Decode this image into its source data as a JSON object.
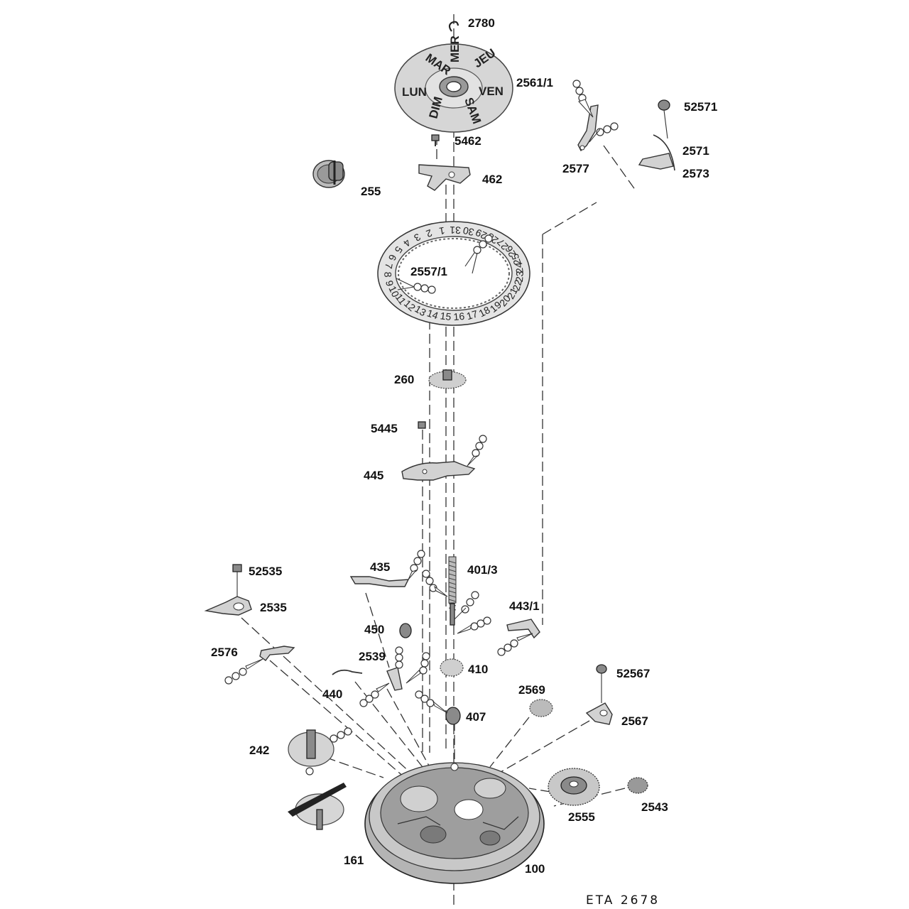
{
  "caption": "ETA 2678",
  "day_disc": {
    "days": [
      "MER",
      "JEU",
      "VEN",
      "SAM",
      "DIM",
      "LUN",
      "MAR"
    ]
  },
  "date_ring": {
    "numbers": [
      "1",
      "2",
      "3",
      "4",
      "5",
      "6",
      "7",
      "8",
      "9",
      "10",
      "11",
      "12",
      "13",
      "14",
      "15",
      "16",
      "17",
      "18",
      "19",
      "20",
      "21",
      "22",
      "23",
      "24",
      "25",
      "26",
      "27",
      "28",
      "29",
      "30",
      "31"
    ]
  },
  "labels": [
    {
      "id": "2780",
      "text": "2780"
    },
    {
      "id": "2561-1",
      "text": "2561/1"
    },
    {
      "id": "52571",
      "text": "52571"
    },
    {
      "id": "5462",
      "text": "5462"
    },
    {
      "id": "462",
      "text": "462"
    },
    {
      "id": "255",
      "text": "255"
    },
    {
      "id": "2577",
      "text": "2577"
    },
    {
      "id": "2571",
      "text": "2571"
    },
    {
      "id": "2573",
      "text": "2573"
    },
    {
      "id": "2557-1",
      "text": "2557/1"
    },
    {
      "id": "260",
      "text": "260"
    },
    {
      "id": "5445",
      "text": "5445"
    },
    {
      "id": "445",
      "text": "445"
    },
    {
      "id": "52535",
      "text": "52535"
    },
    {
      "id": "435",
      "text": "435"
    },
    {
      "id": "401-3",
      "text": "401/3"
    },
    {
      "id": "2535",
      "text": "2535"
    },
    {
      "id": "443-1",
      "text": "443/1"
    },
    {
      "id": "450",
      "text": "450"
    },
    {
      "id": "2576",
      "text": "2576"
    },
    {
      "id": "2539",
      "text": "2539"
    },
    {
      "id": "410",
      "text": "410"
    },
    {
      "id": "52567",
      "text": "52567"
    },
    {
      "id": "440",
      "text": "440"
    },
    {
      "id": "2569",
      "text": "2569"
    },
    {
      "id": "407",
      "text": "407"
    },
    {
      "id": "2567",
      "text": "2567"
    },
    {
      "id": "242",
      "text": "242"
    },
    {
      "id": "2543",
      "text": "2543"
    },
    {
      "id": "2555",
      "text": "2555"
    },
    {
      "id": "161",
      "text": "161"
    },
    {
      "id": "100",
      "text": "100"
    }
  ]
}
